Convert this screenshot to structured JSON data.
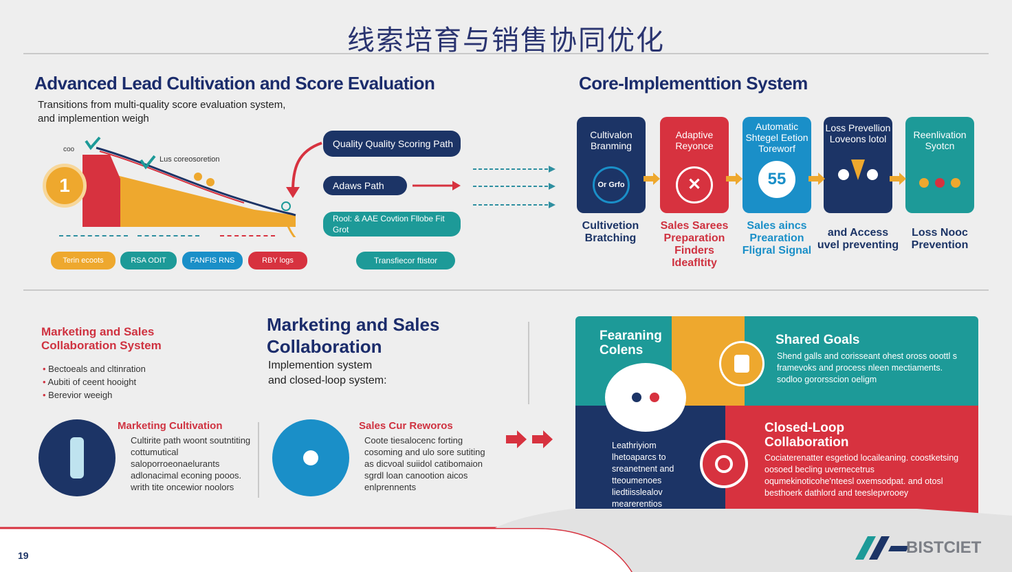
{
  "title": "线索培育与销售协同优化",
  "section1": {
    "heading": "Advanced Lead Cultivation and Score Evaluation",
    "subtitle_line1": "Transitions from multi-quality score evaluation system,",
    "subtitle_line2": "and implemention weigh",
    "chart_top_label": "coo",
    "chart_side_label": "Lus coreosoretion",
    "badge_number": "1",
    "pills": [
      {
        "label": "Quality Quality Scoring Path"
      },
      {
        "label": "Adaws Path"
      },
      {
        "label": "Rool: & AAE Covtion Fllobe Fit Grot"
      }
    ],
    "chips": [
      "Terin ecoots",
      "RSA ODIT",
      "FANFIS RNS",
      "RBY logs"
    ],
    "transition_label": "Transfiecor ftistor",
    "colors": {
      "red": "#d7323f",
      "orange": "#eea82e",
      "teal": "#1d9a98",
      "navy": "#1c3466"
    }
  },
  "section2": {
    "heading": "Core-Implementtion System",
    "cards": [
      {
        "title": "Cultivalon Branming",
        "icon_text": "Or Grfo",
        "label": "Cultivetion Bratching",
        "color": "#1c3466"
      },
      {
        "title": "Adaptive Reyonce",
        "icon_text": "✕",
        "label": "Sales Sarees Preparation Finders Ideafltity",
        "color": "#d7323f"
      },
      {
        "title": "Automatic Shtegel Eetion Toreworf",
        "icon_text": "55",
        "label": "Sales aincs Prearation Fligral Signal",
        "color": "#1a8fc8"
      },
      {
        "title": "Loss Prevellion Loveons lotol",
        "icon_text": "",
        "label": "and Access uvel preventing",
        "color": "#1c3466"
      },
      {
        "title": "Reenlivation Syotcn",
        "icon_text": "",
        "label": "Loss Nooc Prevention",
        "color": "#1d9a98"
      }
    ]
  },
  "section3": {
    "heading_red": "Marketing and Sales Collaboration System",
    "bullets": [
      "Bectoeals and cltinration",
      "Aubiti of ceent hooight",
      "Berevior weeigh"
    ],
    "main_heading": "Marketing and Sales Collaboration",
    "main_sub_line1": "Implemention system",
    "main_sub_line2": "and closed-loop system:",
    "marketing_title": "Marketing Cultivation",
    "marketing_text": "Cultirite path woont soutntiting cottumutical saloporroeonaelurants adlonacimal econing pooos. writh tite oncewior noolors",
    "sales_title": "Sales Cur Reworos",
    "sales_text": "Coote tiesalocenc forting cosoming and ulo sore sutiting as dicvoal suiidol catibomaion sgrdl loan canootion aicos enlprennents"
  },
  "quadrant": {
    "q1_title": "Fearaning Colens",
    "q2_title": "Shared Goals",
    "q2_text": "Shend galls and corisseant ohest oross ooottl s framevoks and process nleen mectiaments. sodloo gororsscion oeligm",
    "q3_text": "Leathriyiom lhetoaparcs to sreanetnent and tteoumenoes liedtiisslealov mearerentios",
    "q4_title": "Closed-Loop Collaboration",
    "q4_text": "Cociaterenatter esgetiod locaileaning. coostketsing oosoed becling uvernecetrus oqumekinoticohe'nteesl oxemsodpat. and otosl besthoerk dathlord and teeslepvrooey",
    "colors": {
      "teal": "#1d9a98",
      "orange": "#eea82e",
      "navy": "#1c3466",
      "red": "#d7323f"
    }
  },
  "footer": {
    "page_number": "19",
    "brand": "BISTCIET"
  }
}
